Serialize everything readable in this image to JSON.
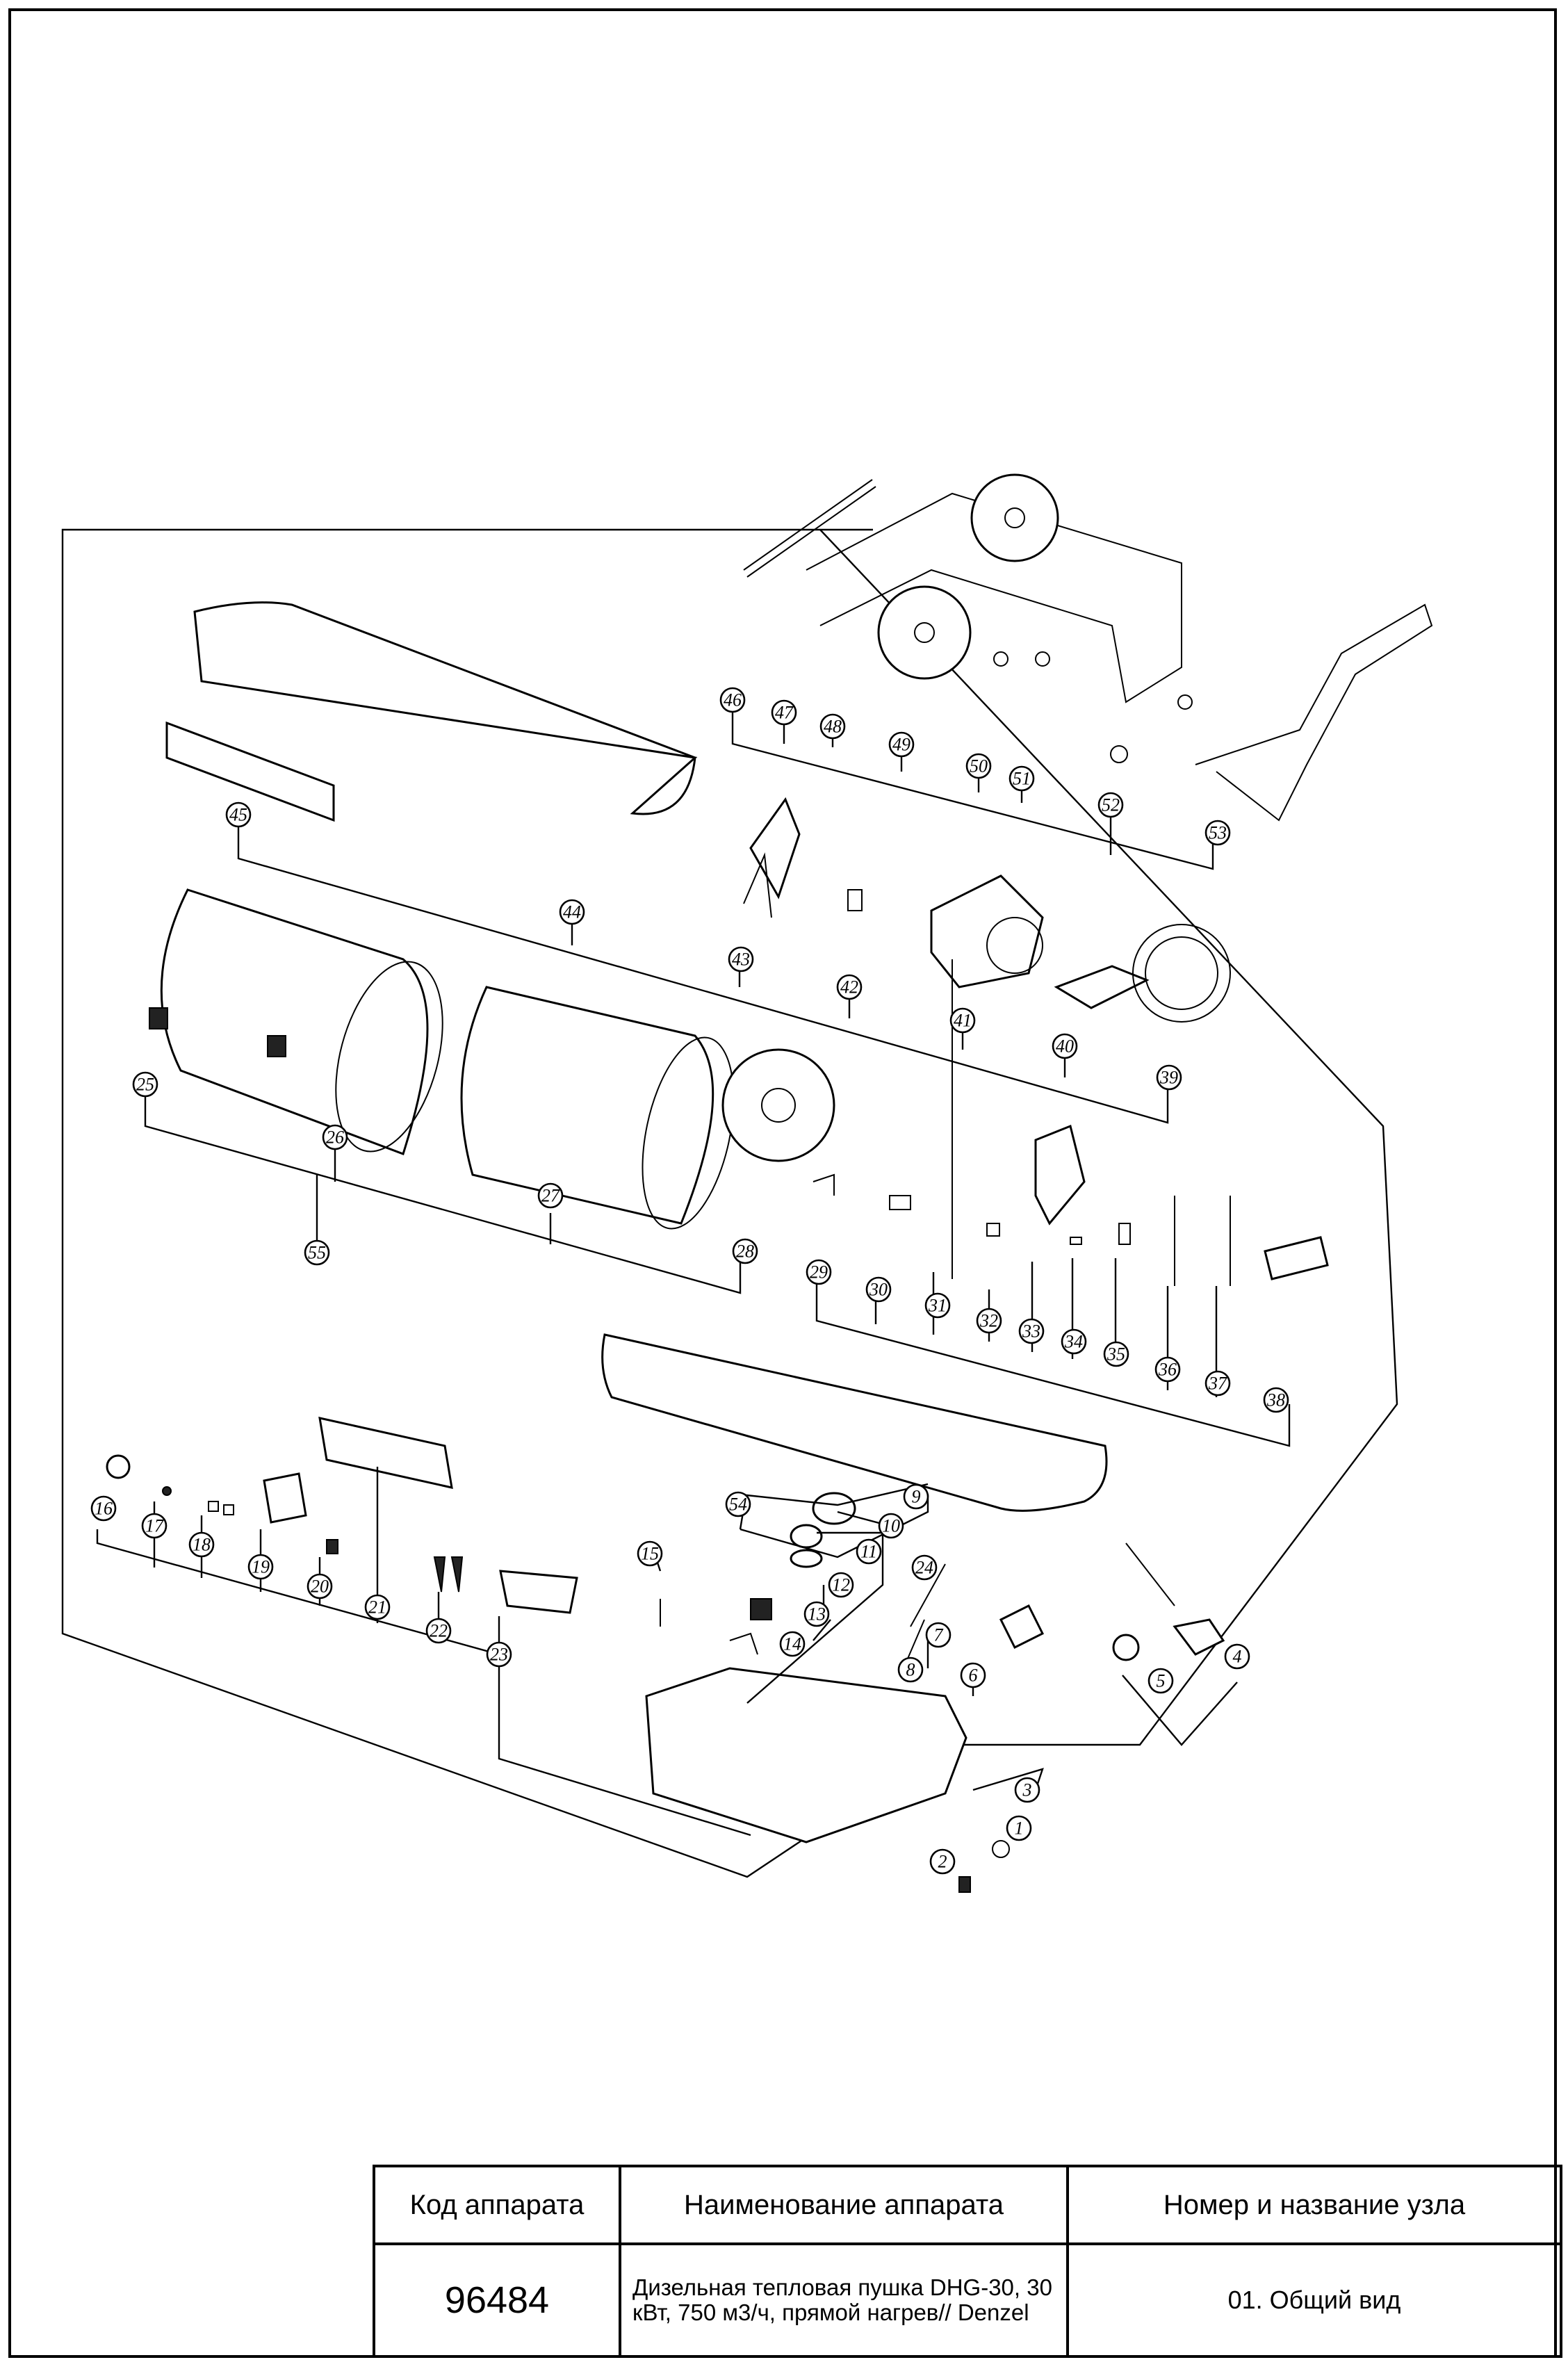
{
  "title_block": {
    "header_code": "Код аппарата",
    "header_name": "Наименование аппарата",
    "header_node": "Номер и название узла",
    "code": "96484",
    "name": "Дизельная тепловая пушка DHG-30, 30 кВт, 750 м3/ч, прямой нагрев// Denzel",
    "node": "01. Общий вид"
  },
  "callouts": [
    "1",
    "2",
    "3",
    "4",
    "5",
    "6",
    "7",
    "8",
    "9",
    "10",
    "11",
    "12",
    "13",
    "14",
    "15",
    "16",
    "17",
    "18",
    "19",
    "20",
    "21",
    "22",
    "23",
    "24",
    "25",
    "26",
    "27",
    "28",
    "29",
    "30",
    "31",
    "32",
    "33",
    "34",
    "35",
    "36",
    "37",
    "38",
    "39",
    "40",
    "41",
    "42",
    "43",
    "44",
    "45",
    "46",
    "47",
    "48",
    "49",
    "50",
    "51",
    "52",
    "53",
    "54",
    "55"
  ]
}
